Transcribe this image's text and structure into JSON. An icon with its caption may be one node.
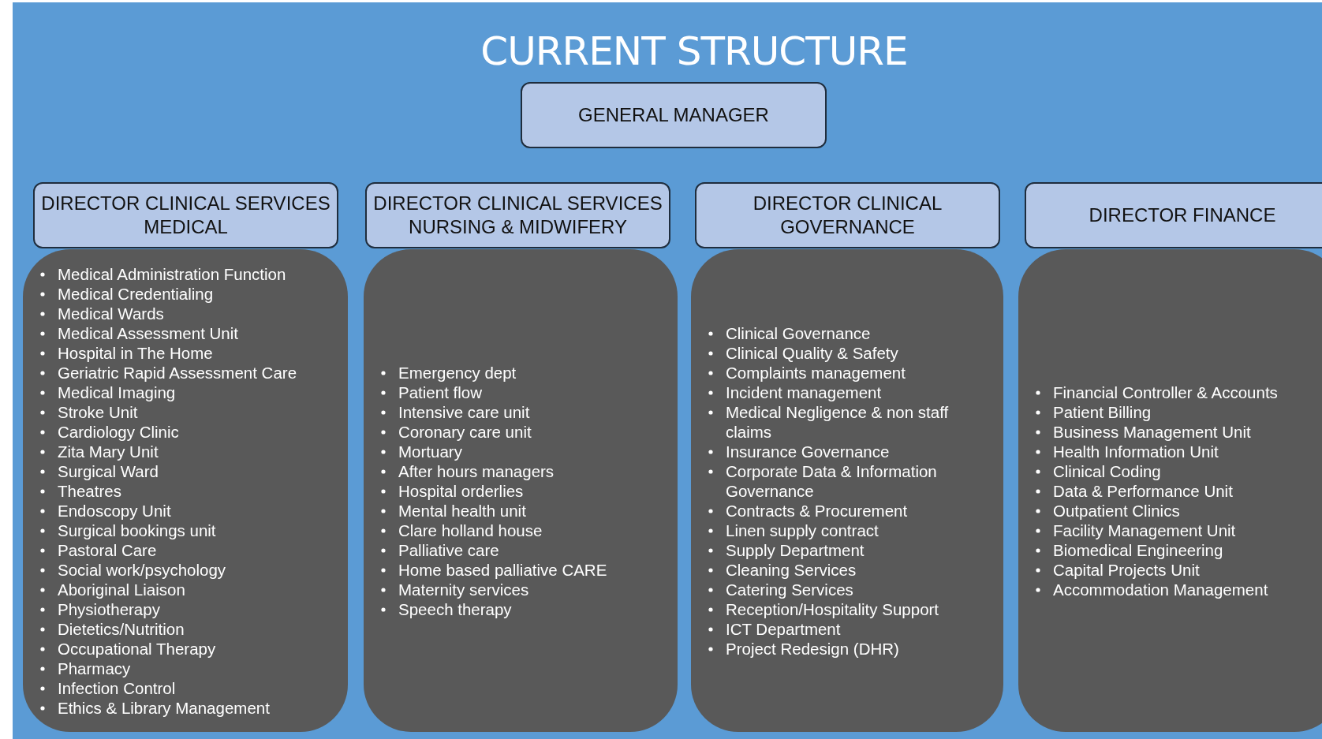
{
  "diagram": {
    "title": "CURRENT STRUCTURE",
    "nodes": [
      {
        "text": [
          "GENERAL MANAGER"
        ]
      },
      {
        "text": [
          "DIRECTOR CLINICAL SERVICES MEDICAL"
        ]
      },
      {
        "text": [
          "DIRECTOR CLINICAL SERVICES NURSING & MIDWIFERY"
        ]
      },
      {
        "text": [
          "DIRECTOR CLINICAL GOVERNANCE"
        ]
      },
      {
        "text": [
          "DIRECTOR FINANCE"
        ]
      },
      {
        "text": [
          "Medical Administration Function",
          "Medical Credentialing",
          "Medical Wards",
          "Medical Assessment Unit",
          "Hospital in The Home",
          "Geriatric Rapid Assessment Care",
          "Medical Imaging",
          "Stroke Unit",
          "Cardiology Clinic",
          "Zita Mary Unit",
          "Surgical Ward",
          "Theatres",
          "Endoscopy Unit",
          "Surgical bookings unit",
          "Pastoral Care",
          "Social work/psychology",
          "Aboriginal Liaison",
          "Physiotherapy",
          "Dietetics/Nutrition",
          "Occupational Therapy",
          "Pharmacy",
          "Infection Control",
          "Ethics & Library Management"
        ]
      },
      {
        "text": [
          "Emergency dept",
          "Patient flow",
          "Intensive care unit",
          "Coronary care unit",
          "Mortuary",
          "After hours managers",
          "Hospital orderlies",
          "Mental health unit",
          "Clare holland house",
          "Palliative care",
          "Home based palliative CARE",
          "Maternity services",
          "Speech therapy"
        ]
      },
      {
        "text": [
          "Clinical Governance",
          "Clinical Quality & Safety",
          "Complaints management",
          "Incident management",
          "Medical Negligence & non staff claims",
          "Insurance Governance",
          "Corporate Data & Information Governance",
          "Contracts & Procurement",
          "Linen supply contract",
          "Supply Department",
          "Cleaning Services",
          "Catering Services",
          "Reception/Hospitality Support",
          "ICT Department",
          "Project Redesign (DHR)"
        ]
      },
      {
        "text": [
          "Financial Controller & Accounts",
          "Patient Billing",
          "Business Management Unit",
          "Health Information Unit",
          "Clinical Coding",
          "Data & Performance Unit",
          "Outpatient Clinics",
          "Facility Management Unit",
          "Biomedical Engineering",
          "Capital Projects Unit",
          "Accommodation Management"
        ]
      }
    ]
  }
}
